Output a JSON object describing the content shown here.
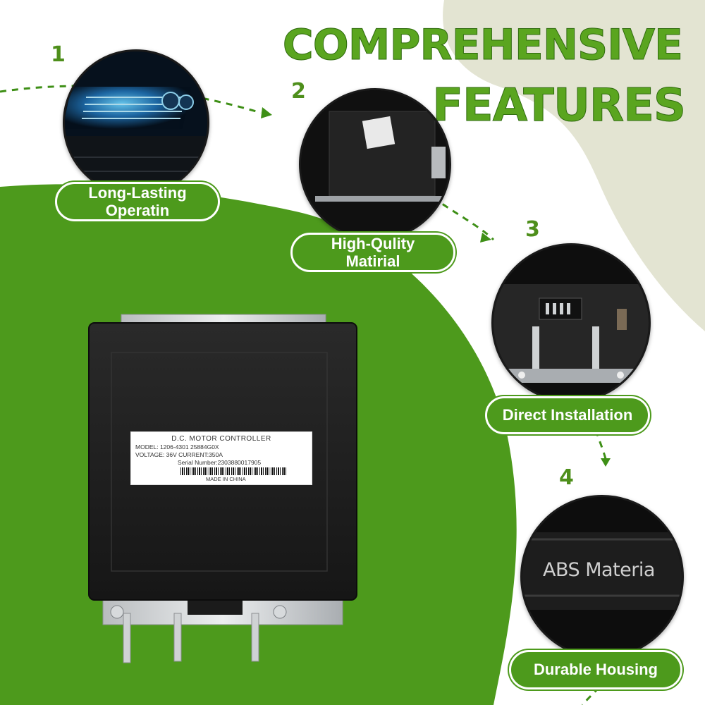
{
  "heading": {
    "line1": "COMPREHENSIVE",
    "line2": "FEATURES"
  },
  "colors": {
    "brand_green": "#4d9a1c",
    "title_green": "#5aa51f",
    "beige": "#e3e4d2"
  },
  "features": [
    {
      "number": "1",
      "label_line1": "Long-Lasting",
      "label_line2": "Operatin",
      "icon": "battery-cells-image"
    },
    {
      "number": "2",
      "label_line1": "High-Qulity",
      "label_line2": "Matirial",
      "icon": "controller-box-image"
    },
    {
      "number": "3",
      "label_line1": "Direct Installation",
      "label_line2": "",
      "icon": "terminal-connector-image"
    },
    {
      "number": "4",
      "label_line1": "Durable Housing",
      "label_line2": "",
      "icon": "housing-closeup-image",
      "inset_text": "ABS Materia"
    }
  ],
  "product_label": {
    "title": "D.C. MOTOR CONTROLLER",
    "model": "MODEL: 1206-4301   25884G0X",
    "voltage_current": "VOLTAGE: 36V     CURRENT:350A",
    "serial": "Serial Number:2303880017905",
    "made_in": "MADE IN CHINA"
  }
}
